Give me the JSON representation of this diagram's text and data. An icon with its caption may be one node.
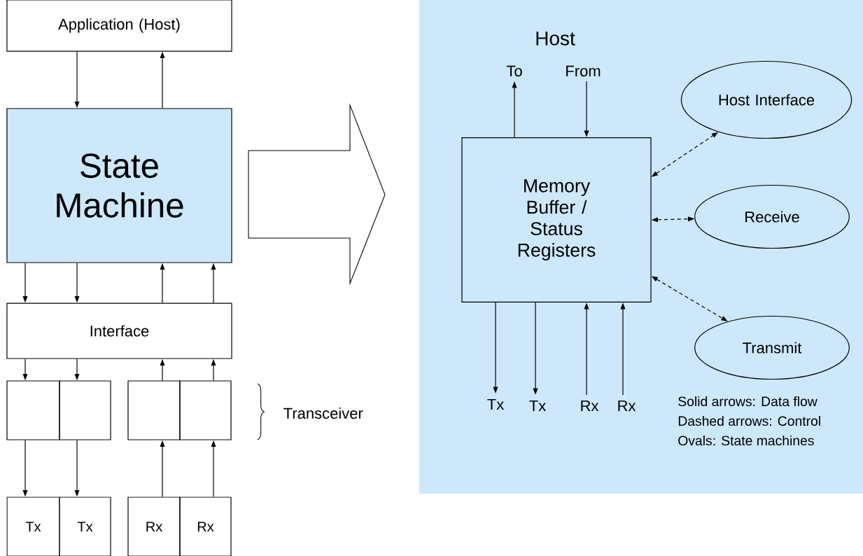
{
  "diagram": {
    "nodes": [
      {
        "text": [
          "Application (Host)"
        ]
      },
      {
        "text": [
          "State Machine"
        ]
      },
      {
        "text": [
          "Interface"
        ]
      },
      {
        "text": [],
        "shape": "box"
      },
      {
        "text": [],
        "shape": "box"
      },
      {
        "text": [],
        "shape": "box"
      },
      {
        "text": [],
        "shape": "box"
      },
      {
        "text": [
          "Tx"
        ]
      },
      {
        "text": [
          "Tx"
        ]
      },
      {
        "text": [
          "Rx"
        ]
      },
      {
        "text": [
          "Rx"
        ]
      },
      {
        "text": [
          "Host"
        ]
      },
      {
        "text": [
          "To"
        ],
        "in": 11
      },
      {
        "text": [
          "From"
        ],
        "in": 11
      },
      {
        "text": [
          "Memory Buffer / Status Registers"
        ],
        "in": 11
      },
      {
        "text": [
          "Host Interface"
        ],
        "in": 11
      },
      {
        "text": [
          "Receive"
        ],
        "in": 11
      },
      {
        "text": [
          "Transmit"
        ],
        "in": 11
      },
      {
        "text": [
          "Tx"
        ],
        "in": 11
      },
      {
        "text": [
          "Tx"
        ],
        "in": 11
      },
      {
        "text": [
          "Rx"
        ],
        "in": 11
      },
      {
        "text": [
          "Rx"
        ],
        "in": 11
      }
    ],
    "edges": [
      {
        "from": 0,
        "to": 1,
        "arrow": "to"
      },
      {
        "from": 1,
        "to": 0,
        "arrow": "to"
      },
      {
        "from": 1,
        "to": 2,
        "arrow": "to"
      },
      {
        "from": 1,
        "to": 2,
        "arrow": "to"
      },
      {
        "from": 2,
        "to": 1,
        "arrow": "to"
      },
      {
        "from": 2,
        "to": 1,
        "arrow": "to"
      },
      {
        "from": 2,
        "to": 3,
        "arrow": "to"
      },
      {
        "from": 2,
        "to": 4,
        "arrow": "to"
      },
      {
        "from": 5,
        "to": 2,
        "arrow": "to"
      },
      {
        "from": 6,
        "to": 2,
        "arrow": "to"
      },
      {
        "from": 3,
        "to": 7,
        "arrow": "to"
      },
      {
        "from": 4,
        "to": 8,
        "arrow": "to"
      },
      {
        "from": 9,
        "to": 5,
        "arrow": "to"
      },
      {
        "from": 10,
        "to": 6,
        "arrow": "to"
      },
      {
        "from": 14,
        "to": 12,
        "arrow": "to"
      },
      {
        "from": 13,
        "to": 14,
        "arrow": "to"
      },
      {
        "from": 14,
        "to": 15,
        "arrow": "both",
        "style": "dashed"
      },
      {
        "from": 14,
        "to": 16,
        "arrow": "both",
        "style": "dashed"
      },
      {
        "from": 14,
        "to": 17,
        "arrow": "both",
        "style": "dashed"
      },
      {
        "from": 14,
        "to": 18,
        "arrow": "to"
      },
      {
        "from": 14,
        "to": 19,
        "arrow": "to"
      },
      {
        "from": 20,
        "to": 14,
        "arrow": "to"
      },
      {
        "from": 21,
        "to": 14,
        "arrow": "to"
      }
    ],
    "labels": [
      "Transceiver",
      "Solid arrows: Data flow",
      "Dashed arrows: Control",
      "Ovals: State machines"
    ]
  }
}
